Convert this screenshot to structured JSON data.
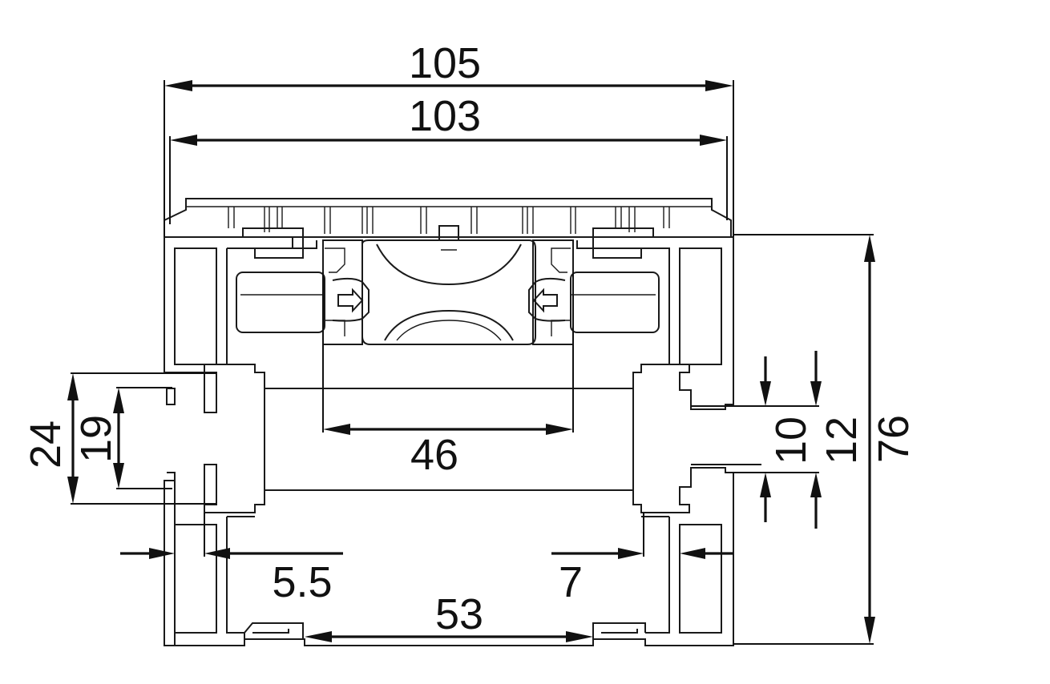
{
  "dimensions": {
    "overall_width": "105",
    "cover_width": "103",
    "slot_width": "46",
    "chamber_width": "53",
    "overall_height": "76",
    "left_height_outer": "24",
    "left_height_inner": "19",
    "right_gap_inner": "10",
    "right_gap_outer": "12",
    "left_wall": "5.5",
    "right_wall": "7"
  },
  "colors": {
    "line": "#1a1a1a",
    "background": "#ffffff"
  }
}
